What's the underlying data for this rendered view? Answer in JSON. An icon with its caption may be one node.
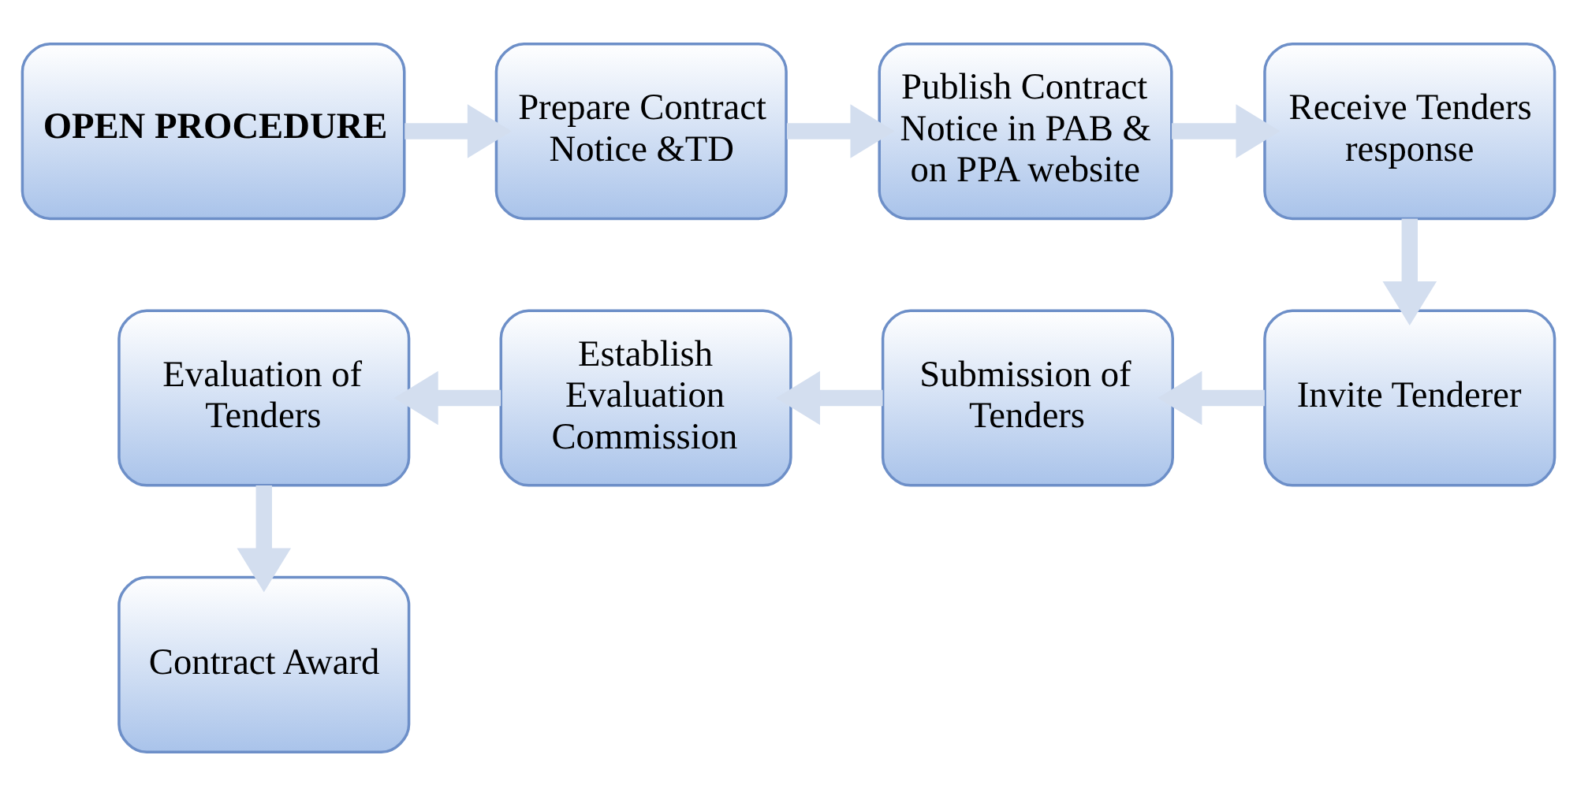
{
  "diagram": {
    "nodes": [
      {
        "text": [
          "OPEN PROCEDURE"
        ]
      },
      {
        "text": [
          "Prepare Contract Notice &TD"
        ]
      },
      {
        "text": [
          "Publish Contract Notice in PAB & on PPA website"
        ]
      },
      {
        "text": [
          "Receive Tenders response"
        ]
      },
      {
        "text": [
          "Invite Tenderer"
        ]
      },
      {
        "text": [
          "Submission of Tenders"
        ]
      },
      {
        "text": [
          "Establish Evaluation Commission"
        ]
      },
      {
        "text": [
          "Evaluation of Tenders"
        ]
      },
      {
        "text": [
          "Contract Award"
        ]
      }
    ],
    "edges": [
      {
        "from": 0,
        "to": 1,
        "arrow": "to"
      },
      {
        "from": 1,
        "to": 2,
        "arrow": "to"
      },
      {
        "from": 2,
        "to": 3,
        "arrow": "to"
      },
      {
        "from": 3,
        "to": 4,
        "arrow": "to"
      },
      {
        "from": 4,
        "to": 5,
        "arrow": "to"
      },
      {
        "from": 5,
        "to": 6,
        "arrow": "to"
      },
      {
        "from": 6,
        "to": 7,
        "arrow": "to"
      },
      {
        "from": 7,
        "to": 8,
        "arrow": "to"
      }
    ]
  }
}
